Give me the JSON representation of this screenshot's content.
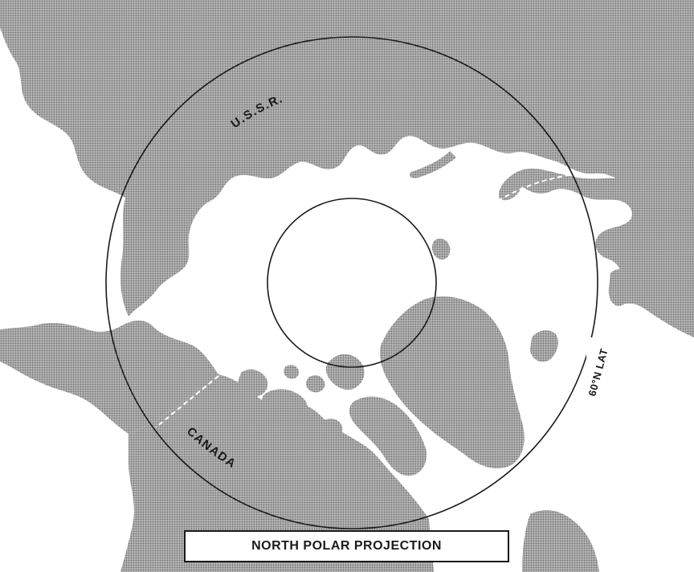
{
  "map": {
    "title": "NORTH POLAR PROJECTION",
    "labels": {
      "ussr": "U.S.S.R.",
      "canada": "CANADA",
      "latitude": "60°N LAT"
    },
    "colors": {
      "land_dot": "#6e6e6e",
      "land_base": "#b4b4b4",
      "water": "#ffffff",
      "ink": "#1a1a1a"
    }
  }
}
